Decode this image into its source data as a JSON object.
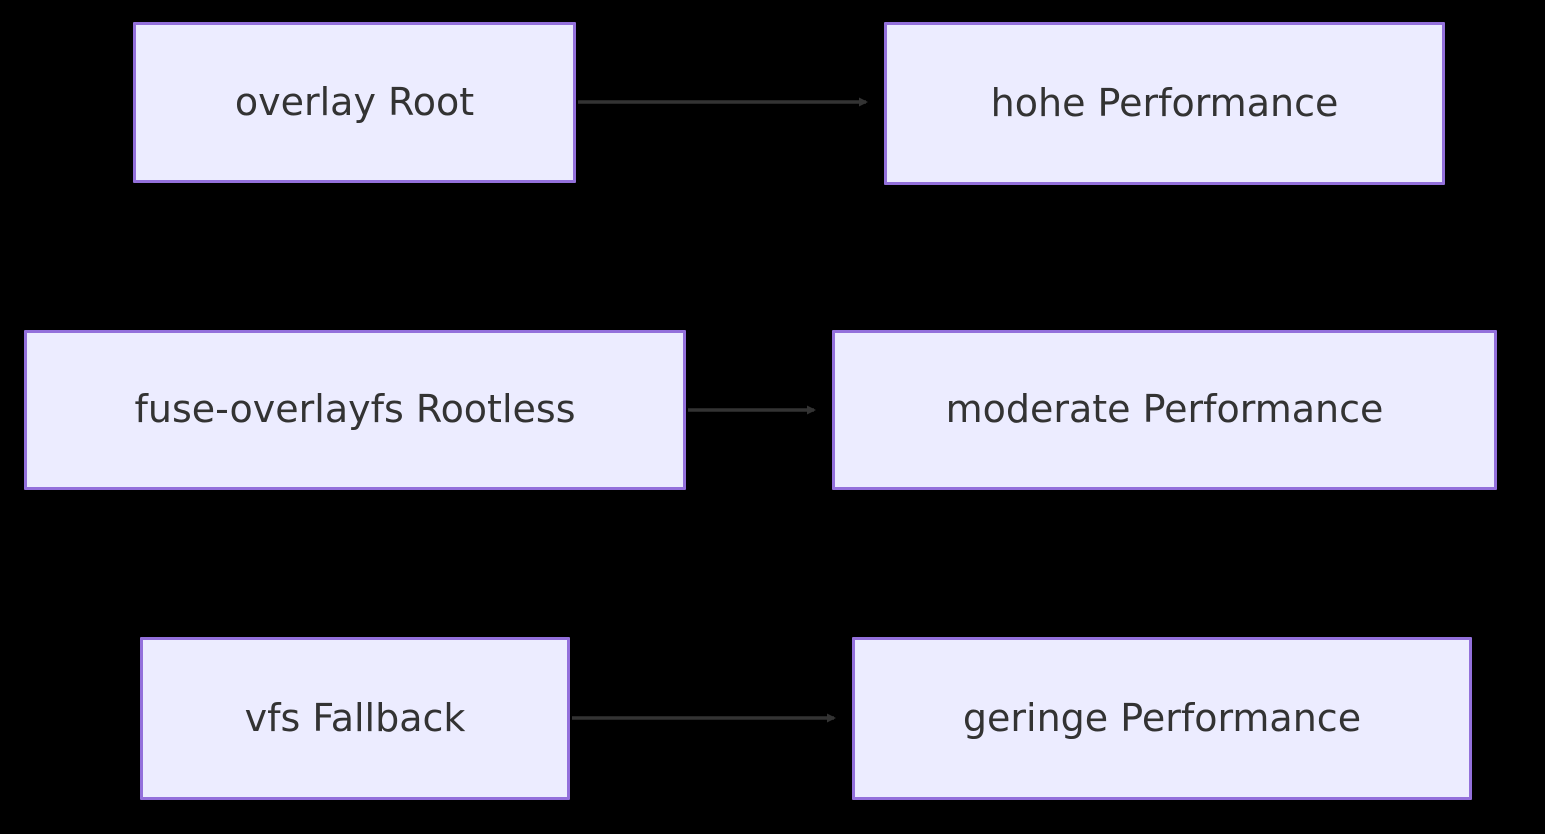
{
  "diagram": {
    "type": "flowchart",
    "background_color": "#000000",
    "node_fill_color": "#ECECFF",
    "node_border_color": "#9370DB",
    "node_text_color": "#333333",
    "edge_color": "#333333",
    "rows": [
      {
        "source": "overlay Root",
        "target": "hohe Performance"
      },
      {
        "source": "fuse-overlayfs Rootless",
        "target": "moderate Performance"
      },
      {
        "source": "vfs Fallback",
        "target": "geringe Performance"
      }
    ]
  }
}
